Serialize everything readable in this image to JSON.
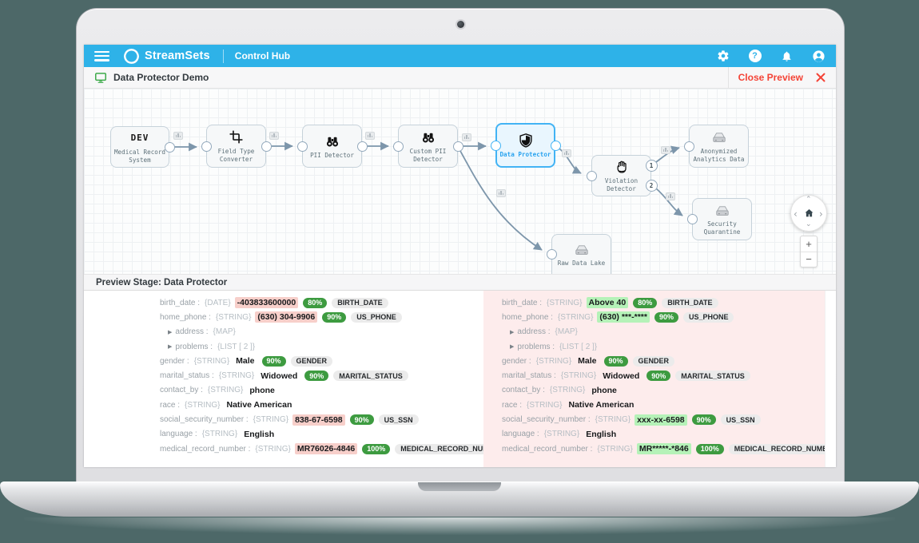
{
  "colors": {
    "accent_blue": "#2eb2e8",
    "selected_node_blue": "#42b3f4",
    "badge_green": "#3d9b40",
    "source_highlight_pink": "#f7cfca",
    "result_highlight_green": "#b5f2b8",
    "output_pane_bg": "#fdecec",
    "close_red": "#f44336",
    "monitor_icon_green": "#3daa4a"
  },
  "header": {
    "brand": "StreamSets",
    "product": "Control Hub",
    "help_glyph": "?",
    "icons": [
      "menu-icon",
      "streamsets-logo",
      "gear-icon",
      "help-icon",
      "bell-icon",
      "user-avatar-icon"
    ]
  },
  "toolbar": {
    "title": "Data Protector Demo",
    "close_label": "Close Preview"
  },
  "canvas_nodes": [
    {
      "icon": "dev-text",
      "icon_text": "DEV",
      "label": "Medical Record\nSystem"
    },
    {
      "icon": "crop-icon",
      "label": "Field Type\nConverter"
    },
    {
      "icon": "binoculars-icon",
      "label": "PII Detector"
    },
    {
      "icon": "binoculars-icon",
      "label": "Custom PII\nDetector"
    },
    {
      "icon": "shield-icon",
      "label": "Data Protector",
      "selected": true
    },
    {
      "icon": "hand-icon",
      "label": "Violation\nDetector"
    },
    {
      "icon": "drive-icon",
      "label": "Anonymized\nAnalytics Data"
    },
    {
      "icon": "drive-icon",
      "label": "Security\nQuarantine"
    },
    {
      "icon": "drive-icon",
      "label": "Raw Data Lake"
    }
  ],
  "violation_outputs": [
    "1",
    "2"
  ],
  "zoom_controls": {
    "plus": "+",
    "minus": "−"
  },
  "nav_chevrons": {
    "up": "⌃",
    "down": "⌄",
    "left": "‹",
    "right": "›"
  },
  "preview": {
    "title": "Preview Stage: Data Protector",
    "input_record": {
      "fields": [
        {
          "name": "birth_date",
          "type": "{DATE}",
          "value": "-403833600000",
          "highlight": "source",
          "confidence": "80%",
          "classification": "BIRTH_DATE"
        },
        {
          "name": "home_phone",
          "type": "{STRING}",
          "value": "(630) 304-9906",
          "highlight": "source",
          "confidence": "90%",
          "classification": "US_PHONE"
        },
        {
          "name": "address",
          "type": "{MAP}",
          "nested": true
        },
        {
          "name": "problems",
          "type": "{LIST [ 2 ]}",
          "nested": true
        },
        {
          "name": "gender",
          "type": "{STRING}",
          "value": "Male",
          "confidence": "90%",
          "classification": "GENDER"
        },
        {
          "name": "marital_status",
          "type": "{STRING}",
          "value": "Widowed",
          "confidence": "90%",
          "classification": "MARITAL_STATUS"
        },
        {
          "name": "contact_by",
          "type": "{STRING}",
          "value": "phone"
        },
        {
          "name": "race",
          "type": "{STRING}",
          "value": "Native American"
        },
        {
          "name": "social_security_number",
          "type": "{STRING}",
          "value": "838-67-6598",
          "highlight": "source",
          "confidence": "90%",
          "classification": "US_SSN"
        },
        {
          "name": "language",
          "type": "{STRING}",
          "value": "English"
        },
        {
          "name": "medical_record_number",
          "type": "{STRING}",
          "value": "MR76026-4846",
          "highlight": "source",
          "confidence": "100%",
          "classification": "MEDICAL_RECORD_NUMBER"
        }
      ]
    },
    "output_record": {
      "fields": [
        {
          "name": "birth_date",
          "type": "{STRING}",
          "value": "Above 40",
          "highlight": "result",
          "confidence": "80%",
          "classification": "BIRTH_DATE"
        },
        {
          "name": "home_phone",
          "type": "{STRING}",
          "value": "(630) ***-****",
          "highlight": "result",
          "confidence": "90%",
          "classification": "US_PHONE"
        },
        {
          "name": "address",
          "type": "{MAP}",
          "nested": true
        },
        {
          "name": "problems",
          "type": "{LIST [ 2 ]}",
          "nested": true
        },
        {
          "name": "gender",
          "type": "{STRING}",
          "value": "Male",
          "confidence": "90%",
          "classification": "GENDER"
        },
        {
          "name": "marital_status",
          "type": "{STRING}",
          "value": "Widowed",
          "confidence": "90%",
          "classification": "MARITAL_STATUS"
        },
        {
          "name": "contact_by",
          "type": "{STRING}",
          "value": "phone"
        },
        {
          "name": "race",
          "type": "{STRING}",
          "value": "Native American"
        },
        {
          "name": "social_security_number",
          "type": "{STRING}",
          "value": "xxx-xx-6598",
          "highlight": "result",
          "confidence": "90%",
          "classification": "US_SSN"
        },
        {
          "name": "language",
          "type": "{STRING}",
          "value": "English"
        },
        {
          "name": "medical_record_number",
          "type": "{STRING}",
          "value": "MR*****-*846",
          "highlight": "result",
          "confidence": "100%",
          "classification": "MEDICAL_RECORD_NUMBER"
        }
      ]
    }
  }
}
